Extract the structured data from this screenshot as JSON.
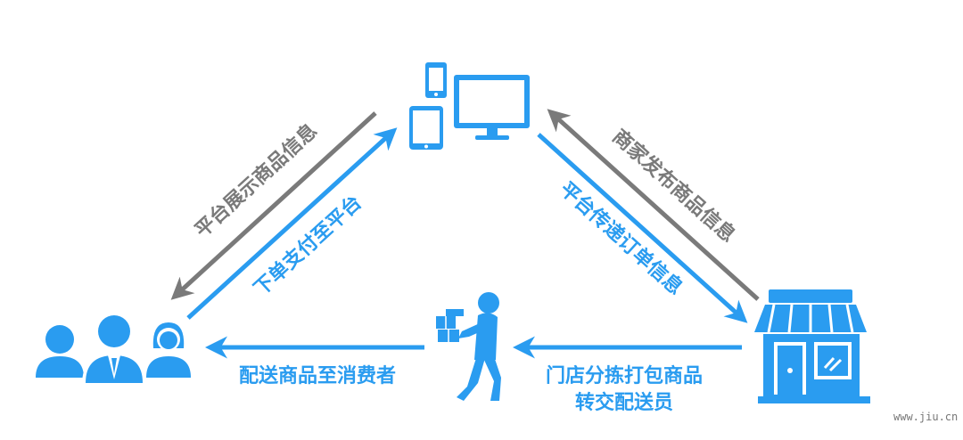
{
  "colors": {
    "blue": "#2a9cf0",
    "dark_blue": "#1f7fd0",
    "gray": "#7a7a7a",
    "white": "#ffffff"
  },
  "icons": {
    "devices": "phone-tablet-monitor-icon",
    "consumers": "people-group-icon",
    "store": "storefront-icon",
    "courier": "delivery-person-icon"
  },
  "labels": {
    "platform_show_info": "平台展示商品信息",
    "order_pay_platform": "下单支付至平台",
    "merchant_publish_info": "商家发布商品信息",
    "platform_pass_order": "平台传递订单信息",
    "deliver_to_consumer": "配送商品至消费者",
    "store_pack_line1": "门店分拣打包商品",
    "store_pack_line2": "转交配送员"
  },
  "watermark": "www.jiu.cn"
}
